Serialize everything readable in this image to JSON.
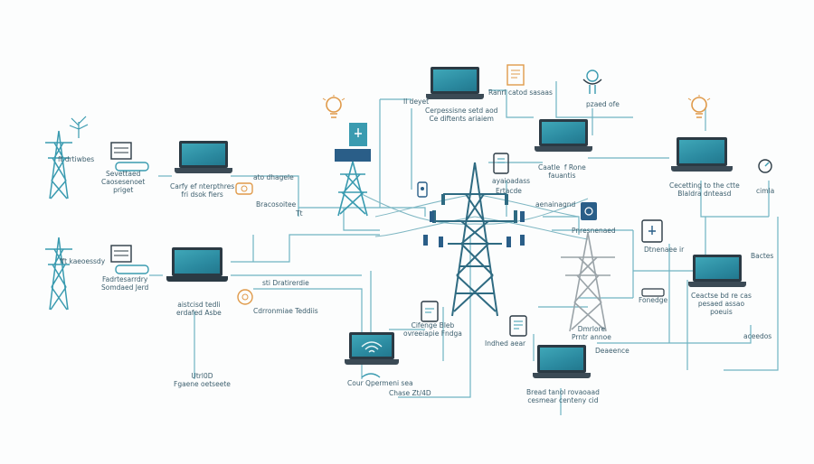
{
  "diagram": {
    "labels": {
      "tl_device": "Sevettaed\nCaosesenoet\npriget",
      "tl_tower": "ft drtiwbes",
      "l_mid": "Carfy ef nterpthres\nfri dsok fiers",
      "mid1": "ato dhagele",
      "mid2": "Bracosoitee",
      "mid3": "Tt",
      "top_laptop": "Il deyet",
      "top_laptop2": "Cerpessisne setd aod\nCe diftents ariaiem",
      "top_right1": "Ranrl catod sasaas",
      "top_right2": "pzaed ofe",
      "center_right": "Caatle  f Rone\nfauantis",
      "r_laptop": "Cecetting to the ctte\nBlaldra dnteasd",
      "r_icon": "cimla",
      "lft2_a": "fft kaeoessdy",
      "lft2_b": "Fadrtesarrdry\nSomdaed Jerd",
      "c_small1": "sti Dratirerdie",
      "c_small2": "Cdrronmiae Teddiis",
      "c_small3": "aistcisd tedli\nerdafed Asbe",
      "cr_a": "ayaioadass",
      "cr_b": "aenainagnd",
      "cr_c": "Pnresnenaed",
      "cr_d": "Ertacde",
      "right_mid": "Ceactse bd re cas\npesaed assao\npoeuis",
      "right_mid2": "Bactes",
      "right_small": "aceedos",
      "btm_left": "Utrl0D\nFgaene oetseete",
      "btm_laptop": "Cour Qpermeni sea",
      "btm_center": "Chase Zt/4D",
      "btm_center2": "Indhed aear",
      "btm_c3": "Cifenge Bleb\novreeiapie Fndga",
      "btm_right": "Bread tanol rovaoaad\ncesmear centeny cid",
      "tower_r": "Dmrlore\nPrntr annoe",
      "tower_r2": "Deaeence",
      "dist_r": "Fonedge",
      "dm": "Dtnenaee ir"
    },
    "colors": {
      "teal": "#3a9bb0",
      "line": "#5aa9b8",
      "dark": "#2b3a44",
      "orange": "#e09a4a",
      "gray": "#9aa3a8"
    }
  }
}
